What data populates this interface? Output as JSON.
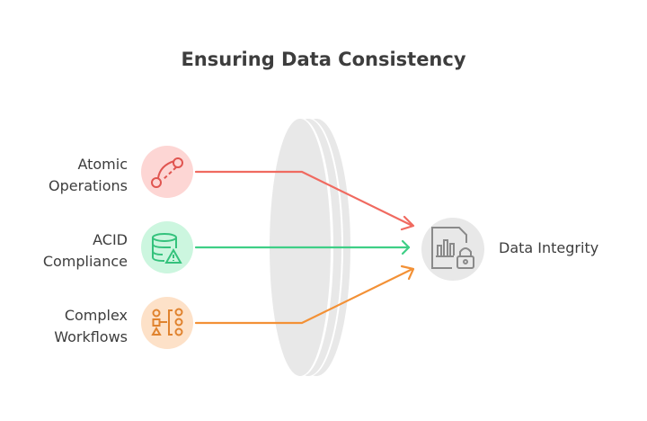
{
  "title": "Ensuring Data Consistency",
  "inputs": [
    {
      "line1": "Atomic",
      "line2": "Operations",
      "icon": "curve-path-icon",
      "color": "#f06a60",
      "bg": "#fdd6d4"
    },
    {
      "line1": "ACID",
      "line2": "Compliance",
      "icon": "database-warning-icon",
      "color": "#3fcf86",
      "bg": "#ccf6df"
    },
    {
      "line1": "Complex",
      "line2": "Workflows",
      "icon": "workflow-icon",
      "color": "#f39136",
      "bg": "#fde1c8"
    }
  ],
  "output": {
    "label": "Data Integrity",
    "icon": "document-chart-lock-icon",
    "bg": "#e8e8e8",
    "color": "#8a8a8a"
  }
}
